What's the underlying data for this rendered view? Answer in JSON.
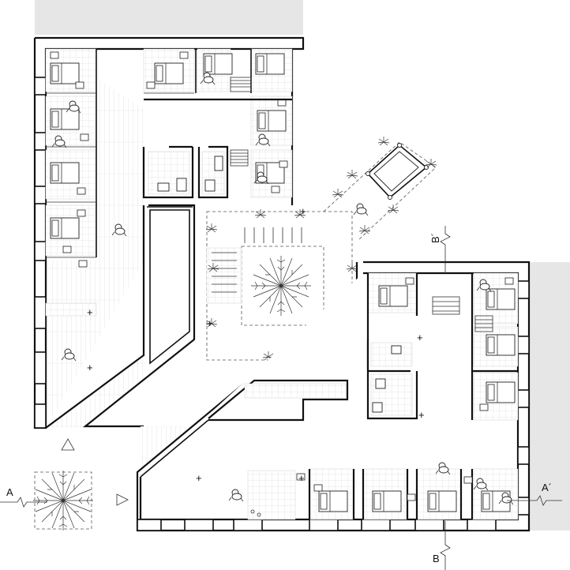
{
  "drawing": {
    "type": "architectural floor plan",
    "section_labels": {
      "a_left": "A",
      "a_right": "A´",
      "b_bottom": "B",
      "b_top": "B´"
    },
    "colors": {
      "line": "#111111",
      "neighbour_fill": "#e6e6e6",
      "background": "#ffffff"
    },
    "icons": [
      "section-cut-marker",
      "view-direction-triangle",
      "tree-symbol",
      "bed",
      "person-figure",
      "plant"
    ]
  }
}
